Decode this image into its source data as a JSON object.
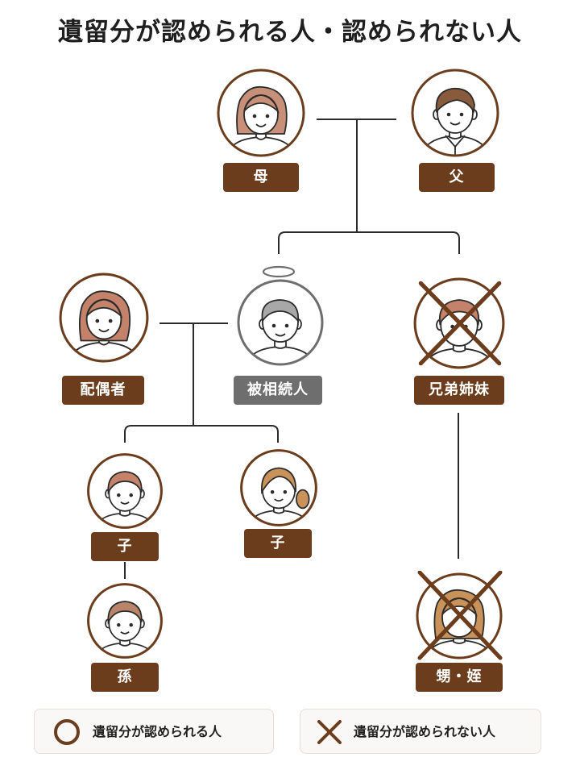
{
  "title": "遺留分が認められる人・認められない人",
  "colors": {
    "brown": "#6b3d1c",
    "grey": "#6e6e6e",
    "line": "#2b2b2b"
  },
  "people": {
    "mother": "母",
    "father": "父",
    "spouse": "配偶者",
    "deceased": "被相続人",
    "siblings": "兄弟姉妹",
    "child1": "子",
    "child2": "子",
    "grandchild": "孫",
    "nephew_niece": "甥・姪"
  },
  "legend": {
    "allowed": {
      "icon": "circle-icon",
      "text": "遺留分が認められる人"
    },
    "not_allowed": {
      "icon": "cross-icon",
      "text": "遺留分が認められない人"
    }
  }
}
